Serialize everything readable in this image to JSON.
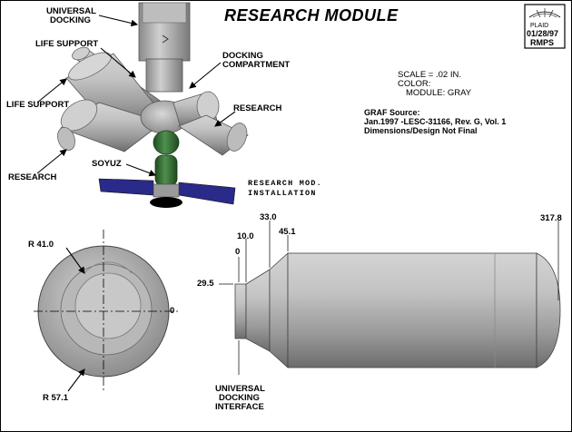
{
  "title": "RESEARCH MODULE",
  "logo": {
    "line1": "PLAID",
    "date": "01/28/97",
    "org": "RMPS"
  },
  "labels": {
    "universal_docking": [
      "UNIVERSAL",
      "DOCKING"
    ],
    "life_support_1": "LIFE SUPPORT",
    "life_support_2": "LIFE SUPPORT",
    "docking_compartment": [
      "DOCKING",
      "COMPARTMENT"
    ],
    "research_right": "RESEARCH",
    "research_left": "RESEARCH",
    "soyuz": "SOYUZ",
    "installation": [
      "RESEARCH MOD.",
      "INSTALLATION"
    ]
  },
  "info": {
    "scale": "SCALE = .02 IN.",
    "color_label": "COLOR:",
    "color_value": "MODULE:  GRAY",
    "source_1": "GRAF Source:",
    "source_2": "Jan.1997 -LESC-31166, Rev. G, Vol. 1",
    "source_3": "Dimensions/Design Not Final"
  },
  "end_view": {
    "r_top": "R 41.0",
    "r_bottom": "R 57.1",
    "axis_zero": "0"
  },
  "side_view": {
    "stations": [
      "0",
      "10.0",
      "33.0",
      "45.1",
      "317.8"
    ],
    "radius_label": "29.5",
    "interface": [
      "UNIVERSAL",
      "DOCKING",
      "INTERFACE"
    ]
  },
  "colors": {
    "module_gray": "#a9a9a9",
    "soyuz_green": "#2f6b2f",
    "solar_panel": "#2a2a8a"
  }
}
